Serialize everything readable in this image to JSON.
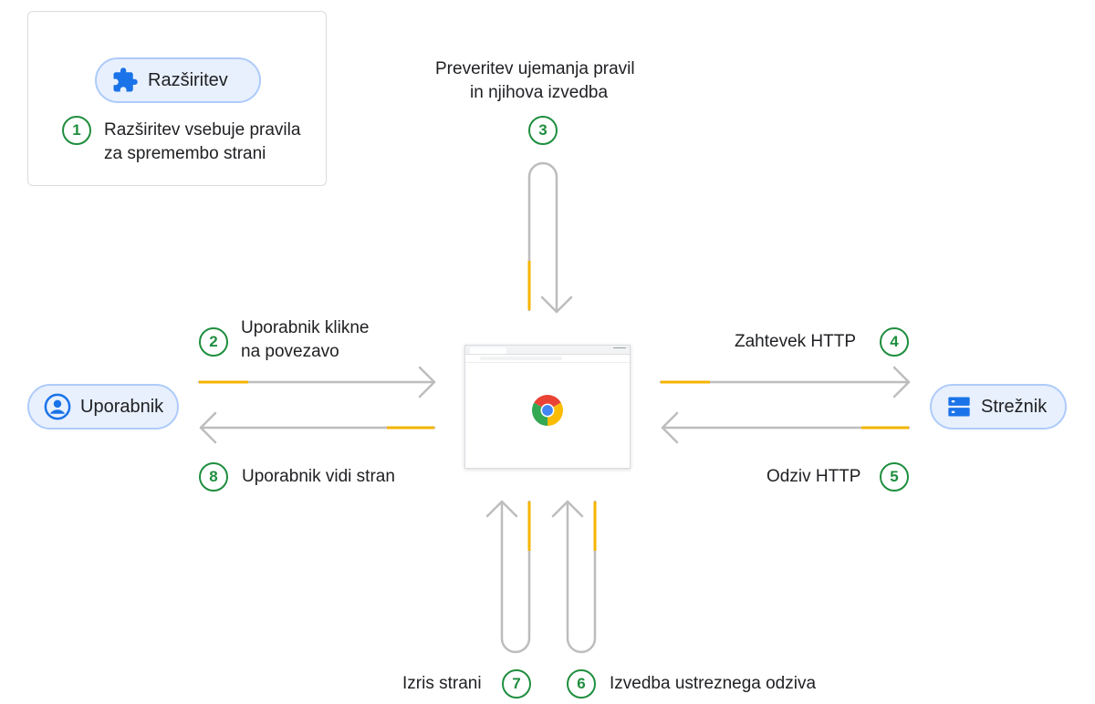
{
  "legend": {
    "pill_label": "Razširitev",
    "step_number": "1",
    "step_text_line1": "Razširitev vsebuje pravila",
    "step_text_line2": "za spremembo strani"
  },
  "user": {
    "label": "Uporabnik"
  },
  "server": {
    "label": "Strežnik"
  },
  "steps": {
    "s2": {
      "number": "2",
      "line1": "Uporabnik klikne",
      "line2": "na povezavo"
    },
    "s3": {
      "number": "3",
      "line1": "Preveritev ujemanja pravil",
      "line2": "in njihova izvedba"
    },
    "s4": {
      "number": "4",
      "text": "Zahtevek HTTP"
    },
    "s5": {
      "number": "5",
      "text": "Odziv HTTP"
    },
    "s6": {
      "number": "6",
      "text": "Izvedba ustreznega odziva"
    },
    "s7": {
      "number": "7",
      "text": "Izris strani"
    },
    "s8": {
      "number": "8",
      "text": "Uporabnik vidi stran"
    }
  },
  "colors": {
    "arrow": "#bdbdbd",
    "accent_yellow": "#f4b400",
    "step_green": "#1e8e3e",
    "pill_fill": "#e8f0fe",
    "pill_border": "#aecbfa",
    "icon_blue": "#1a73e8"
  },
  "icons": {
    "extension": "puzzle-icon",
    "user": "account-circle-icon",
    "server": "server-icon",
    "browser": "chrome-logo"
  }
}
